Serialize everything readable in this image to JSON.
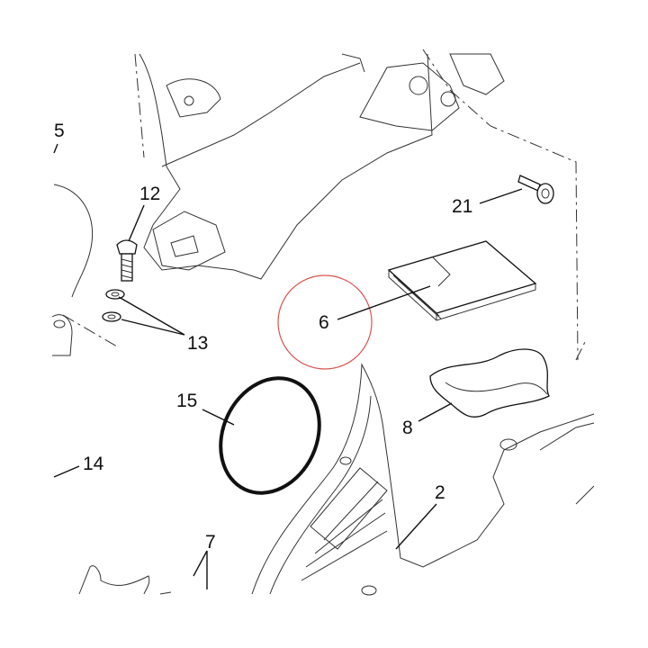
{
  "labels": {
    "l5": "5",
    "l12": "12",
    "l21": "21",
    "l6": "6",
    "l13": "13",
    "l15": "15",
    "l8": "8",
    "l14": "14",
    "l2": "2",
    "l7": "7"
  },
  "colors": {
    "highlight_circle": "#d9534f",
    "line": "#111111"
  }
}
